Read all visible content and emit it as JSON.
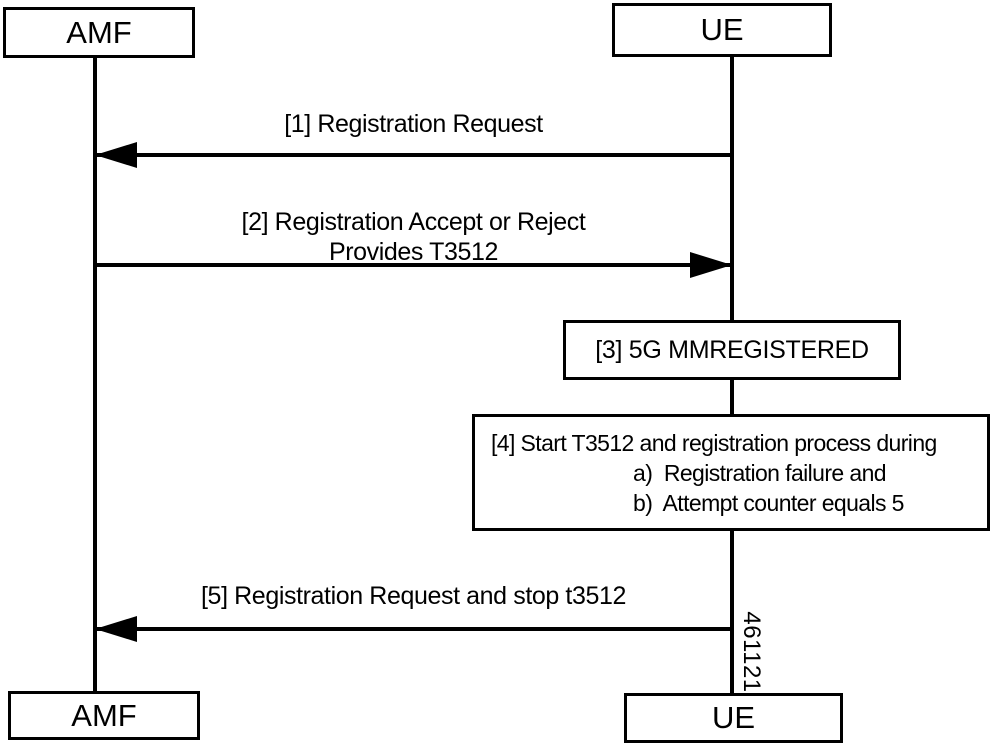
{
  "palette": {
    "ink": "#000000",
    "paper": "#ffffff"
  },
  "actors": {
    "amf_top": "AMF",
    "ue_top": "UE",
    "amf_bottom": "AMF",
    "ue_bottom": "UE"
  },
  "messages": {
    "m1": {
      "label": "[1] Registration Request",
      "direction": "ue-to-amf"
    },
    "m2": {
      "line1": "[2] Registration Accept or Reject",
      "line2": "Provides T3512",
      "direction": "amf-to-ue"
    },
    "m5": {
      "label": "[5] Registration Request and stop t3512",
      "direction": "ue-to-amf"
    }
  },
  "states": {
    "s3": {
      "label": "[3] 5G MMREGISTERED"
    },
    "s4": {
      "line1": "[4] Start T3512 and registration process during",
      "item_a": "a)  Registration failure and",
      "item_b": "b)  Attempt counter equals 5"
    }
  },
  "watermark": "461121"
}
